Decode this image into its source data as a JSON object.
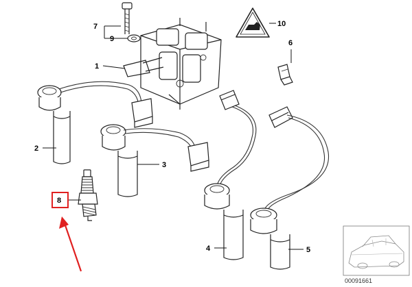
{
  "callouts": {
    "c1": "1",
    "c2": "2",
    "c3": "3",
    "c4": "4",
    "c5": "5",
    "c6": "6",
    "c7": "7",
    "c8": "8",
    "c9": "9",
    "c10": "10"
  },
  "highlight": {
    "color": "#e02020",
    "target": "8"
  },
  "catalog_number": "00091661"
}
